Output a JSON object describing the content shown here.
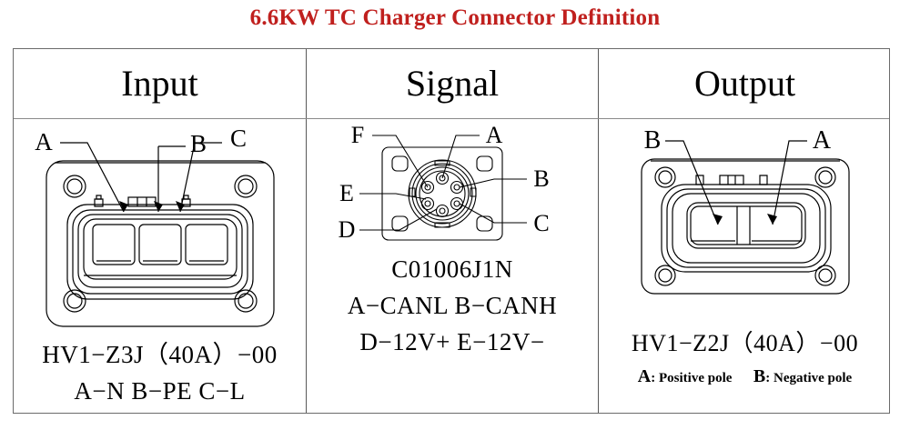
{
  "title": "6.6KW TC Charger Connector Definition",
  "title_color": "#c0201e",
  "columns": [
    {
      "id": "input",
      "header": "Input",
      "connector_icon": "3-pin-rectangular-connector-icon",
      "pin_labels": [
        "A",
        "B",
        "C"
      ],
      "part_number": "HV1−Z3J（40A）−00",
      "pin_definition": "A−N  B−PE  C−L"
    },
    {
      "id": "signal",
      "header": "Signal",
      "connector_icon": "6-pin-circular-connector-icon",
      "pin_labels": [
        "A",
        "B",
        "C",
        "D",
        "E",
        "F"
      ],
      "part_number": "C01006J1N",
      "pin_definition_line1": "A−CANL  B−CANH",
      "pin_definition_line2": "D−12V+  E−12V−"
    },
    {
      "id": "output",
      "header": "Output",
      "connector_icon": "2-pin-rectangular-connector-icon",
      "pin_labels": [
        "A",
        "B"
      ],
      "part_number": "HV1−Z2J（40A）−00",
      "legend": {
        "a_key": "A",
        "a_sep": ":",
        "a_text": "Positive pole",
        "b_key": "B",
        "b_sep": ":",
        "b_text": "Negative pole"
      }
    }
  ]
}
